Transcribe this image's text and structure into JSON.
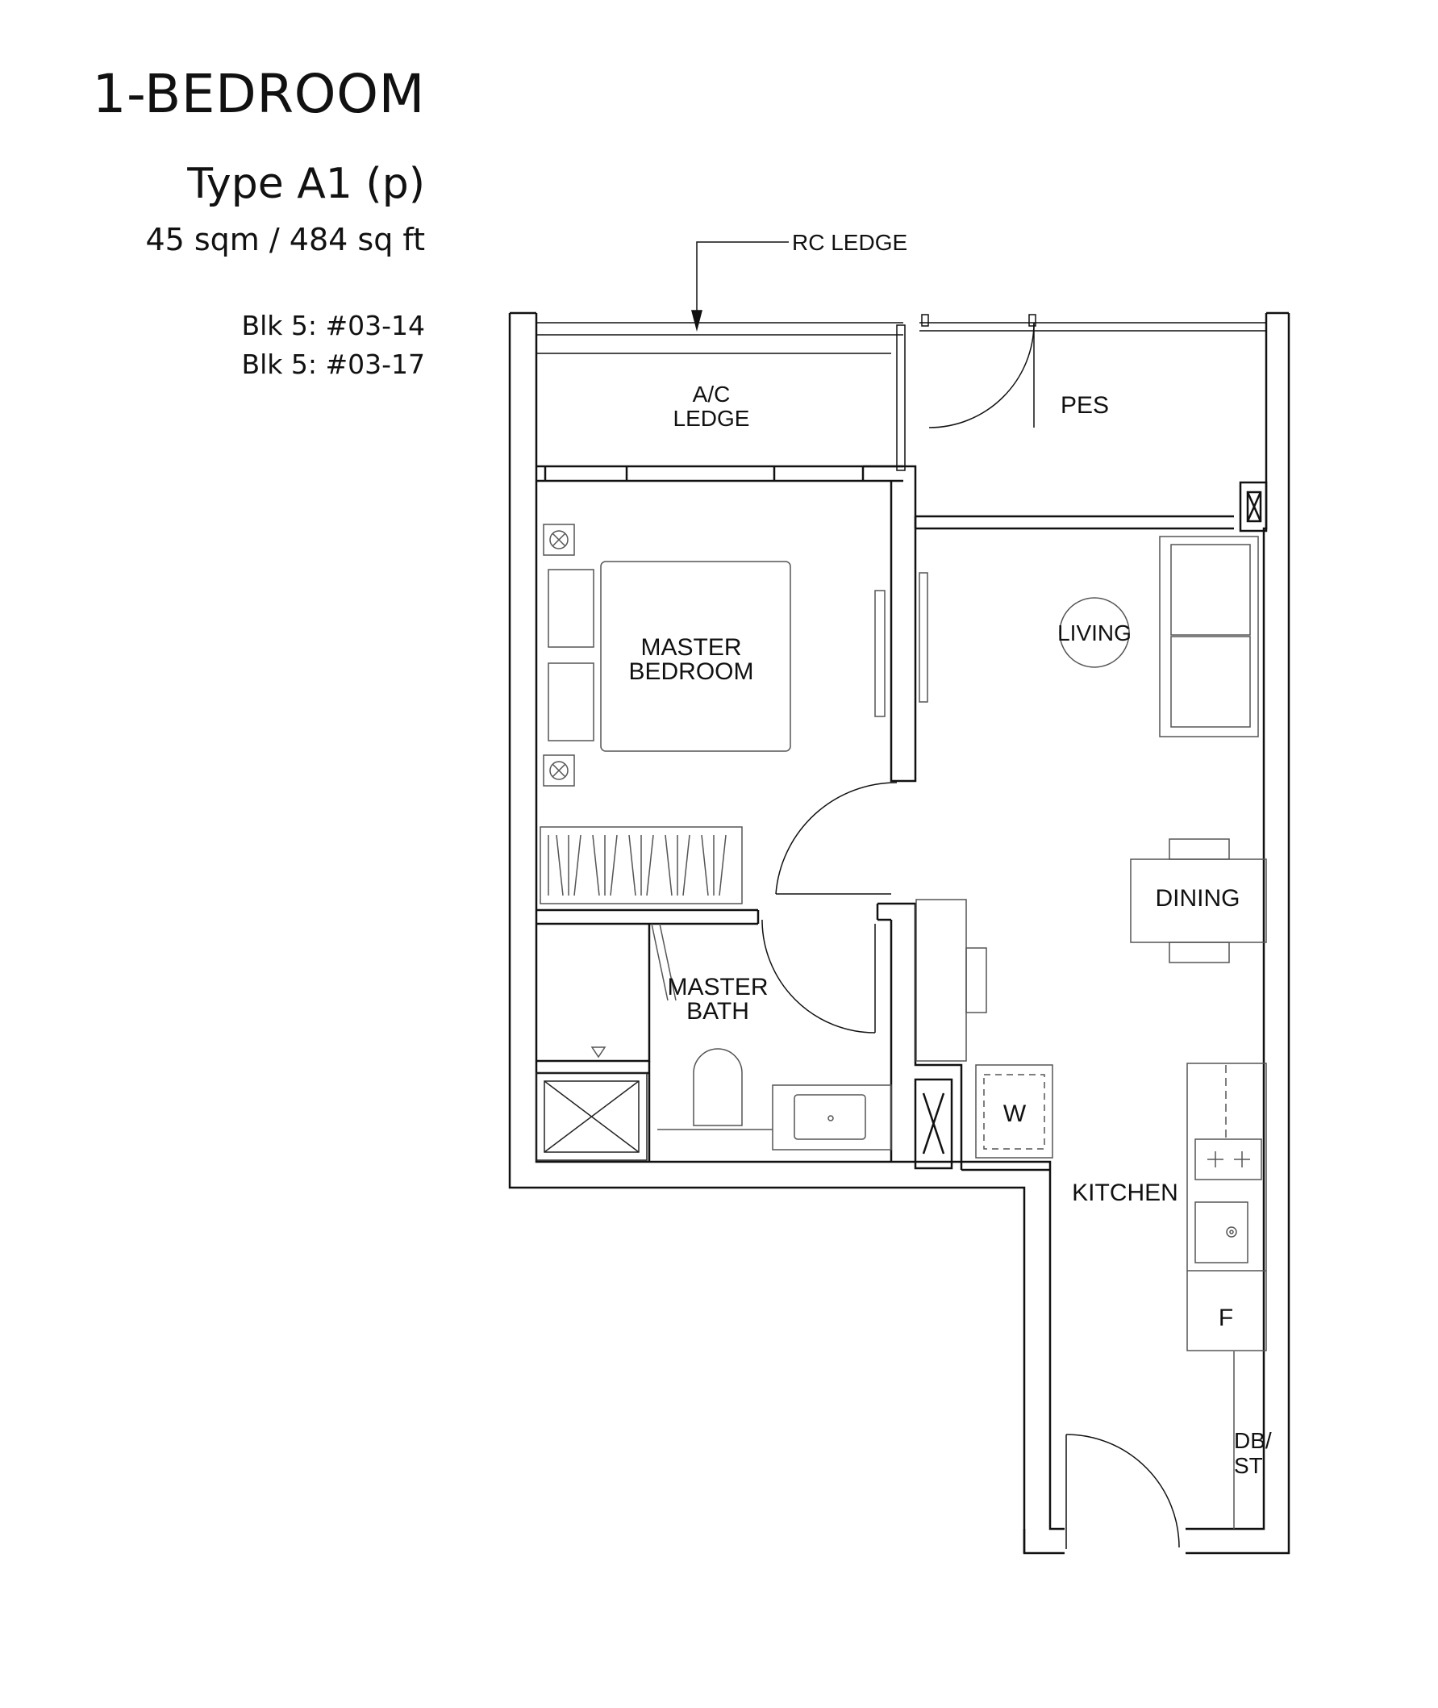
{
  "header": {
    "title": "1-BEDROOM",
    "unit_type": "Type A1 (p)",
    "area": "45 sqm / 484 sq ft",
    "units": [
      "Blk 5: #03-14",
      "Blk 5: #03-17"
    ]
  },
  "plan": {
    "rc_ledge": "RC LEDGE",
    "ac_ledge": [
      "A/C",
      "LEDGE"
    ],
    "pes": "PES",
    "master_bedroom": [
      "MASTER",
      "BEDROOM"
    ],
    "living": "LIVING",
    "dining": "DINING",
    "master_bath": [
      "MASTER",
      "BATH"
    ],
    "washer": "W",
    "kitchen": "KITCHEN",
    "fridge": "F",
    "db_st": [
      "DB/",
      "ST"
    ]
  }
}
